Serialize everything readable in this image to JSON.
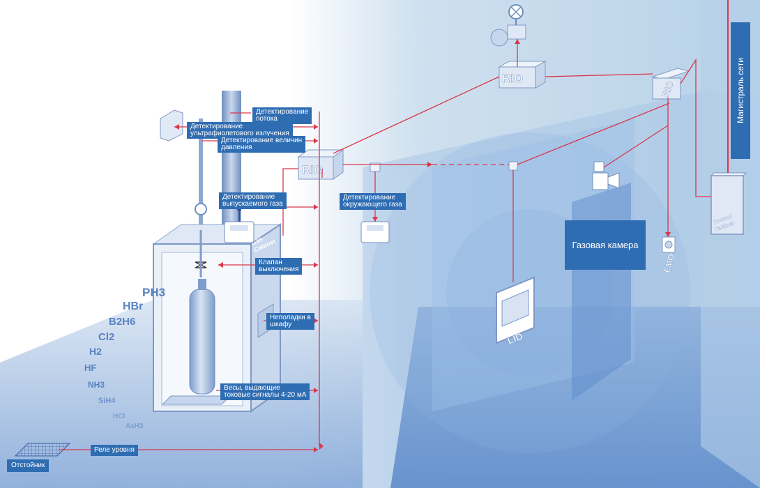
{
  "labels": {
    "flow": [
      "Детектирование",
      "потока"
    ],
    "uv": [
      "Детектирование",
      "ультрафиолетового излучения"
    ],
    "pressure": [
      "Детектирование величин",
      "давления"
    ],
    "exhaust": [
      "Детектирование",
      "выпускаемого газа"
    ],
    "ambient": [
      "Детектирование",
      "окружающего газа"
    ],
    "valve": [
      "Клапан",
      "выключения"
    ],
    "cabinet_fault": [
      "Неполадки в",
      "шкафу"
    ],
    "scales": [
      "Весы, выдающие",
      "токовые сигналы 4-20 мА"
    ],
    "level_relay": "Реле уровня",
    "sump": "Отстойник",
    "gas_chamber": "Газовая камера",
    "network": "Магистраль сети"
  },
  "gases": [
    "PH3",
    "HBr",
    "B2H6",
    "Cl2",
    "H2",
    "HF",
    "NH3",
    "SiH4",
    "HCl",
    "AsH3"
  ],
  "device_tags": {
    "rio_1": "RIO",
    "rio_2": "RIO",
    "rio_3": "RIO",
    "lid": "LID",
    "emo": "EMO",
    "control_cabinet": [
      "Control",
      "Cabinet"
    ],
    "gas_cabinet": [
      "Gas",
      "Cabinet"
    ]
  },
  "colors": {
    "label_bg": "#2f6db3",
    "signal_line": "#d9374a",
    "gas_text": "#5b82c0"
  }
}
